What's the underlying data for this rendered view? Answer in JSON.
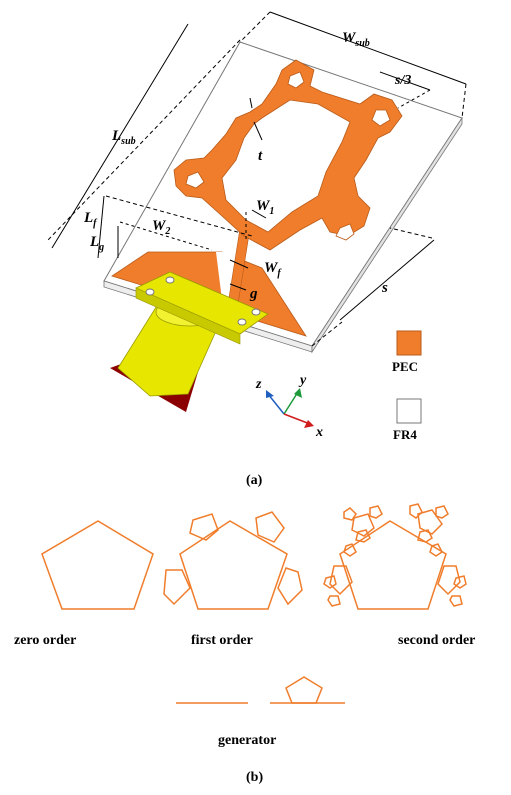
{
  "figure_a": {
    "panel_label": "(a)",
    "dimensions": {
      "w_sub": "W",
      "w_sub_sub": "sub",
      "l_sub": "L",
      "l_sub_sub": "sub",
      "s3": "s/3",
      "t": "t",
      "w1": "W",
      "w1_sub": "1",
      "w2": "W",
      "w2_sub": "2",
      "lf": "L",
      "lf_sub": "f",
      "lg": "L",
      "lg_sub": "g",
      "wf": "W",
      "wf_sub": "f",
      "g": "g",
      "s": "s"
    },
    "axes": {
      "z": "z",
      "y": "y",
      "x": "x"
    },
    "legend": [
      {
        "label": "PEC",
        "color": "#f07d2b"
      },
      {
        "label": "FR4",
        "color": "#ffffff"
      }
    ],
    "colors": {
      "pec": "#f07d2b",
      "connector": "#e6e600",
      "connector_tip": "#8b0000",
      "axis_z": "#1f5fbf",
      "axis_y": "#1e9a3b",
      "axis_x": "#d01c1c"
    }
  },
  "figure_b": {
    "panel_label": "(b)",
    "iterations": [
      {
        "label": "zero order"
      },
      {
        "label": "first order"
      },
      {
        "label": "second order"
      }
    ],
    "generator_label": "generator",
    "stroke_color": "#f07d2b"
  }
}
